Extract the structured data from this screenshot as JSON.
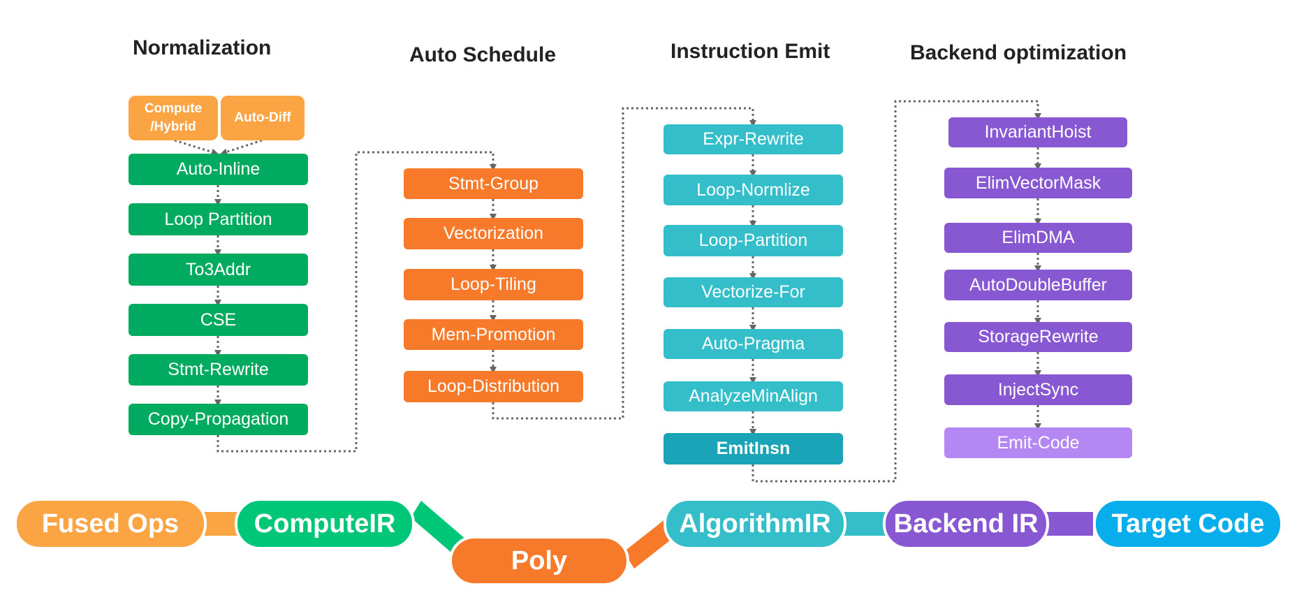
{
  "stages": {
    "normalization": {
      "title": "Normalization",
      "inputs": [
        "Compute\n/Hybrid",
        "Auto-Diff"
      ],
      "passes": [
        "Auto-Inline",
        "Loop Partition",
        "To3Addr",
        "CSE",
        "Stmt-Rewrite",
        "Copy-Propagation"
      ]
    },
    "auto_schedule": {
      "title": "Auto Schedule",
      "passes": [
        "Stmt-Group",
        "Vectorization",
        "Loop-Tiling",
        "Mem-Promotion",
        "Loop-Distribution"
      ]
    },
    "instruction_emit": {
      "title": "Instruction Emit",
      "passes": [
        "Expr-Rewrite",
        "Loop-Normlize",
        "Loop-Partition",
        "Vectorize-For",
        "Auto-Pragma",
        "AnalyzeMinAlign",
        "EmitInsn"
      ]
    },
    "backend_optimization": {
      "title": "Backend optimization",
      "passes": [
        "InvariantHoist",
        "ElimVectorMask",
        "ElimDMA",
        "AutoDoubleBuffer",
        "StorageRewrite",
        "InjectSync",
        "Emit-Code"
      ]
    }
  },
  "pipeline": [
    "Fused Ops",
    "ComputeIR",
    "Poly",
    "AlgorithmIR",
    "Backend IR",
    "Target Code"
  ],
  "colors": {
    "normalization": "#00aa5f",
    "auto_schedule": "#f77a2b",
    "instruction_emit": "#33bec9",
    "instruction_emit_final": "#1aa4b7",
    "backend_optimization": "#8858d2",
    "backend_final": "#b487f2",
    "inputs": "#fba443",
    "connector": "#666666"
  }
}
